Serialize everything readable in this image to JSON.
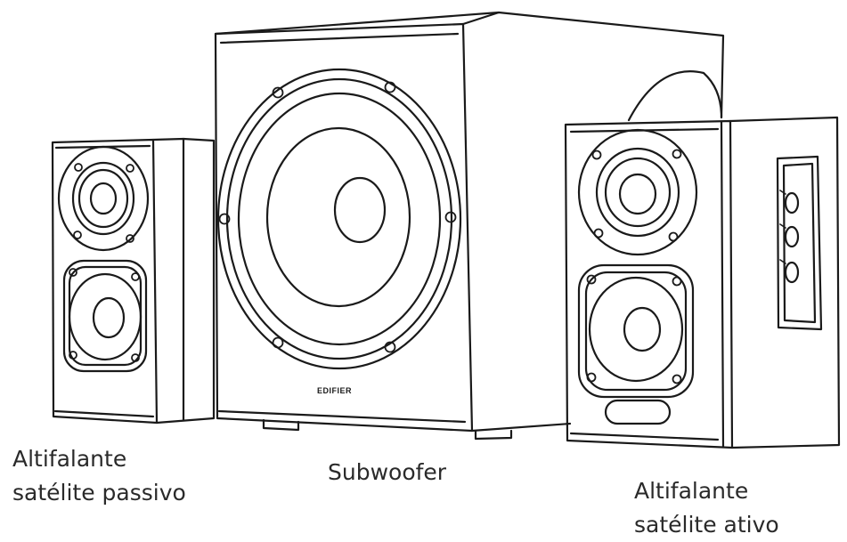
{
  "labels": {
    "passive_satellite": [
      "Altifalante",
      "satélite passivo"
    ],
    "subwoofer": "Subwoofer",
    "active_satellite": [
      "Altifalante",
      "satélite ativo"
    ]
  },
  "brand_text": "EDIFIER",
  "colors": {
    "line": "#1a1a1a",
    "background": "#ffffff"
  }
}
